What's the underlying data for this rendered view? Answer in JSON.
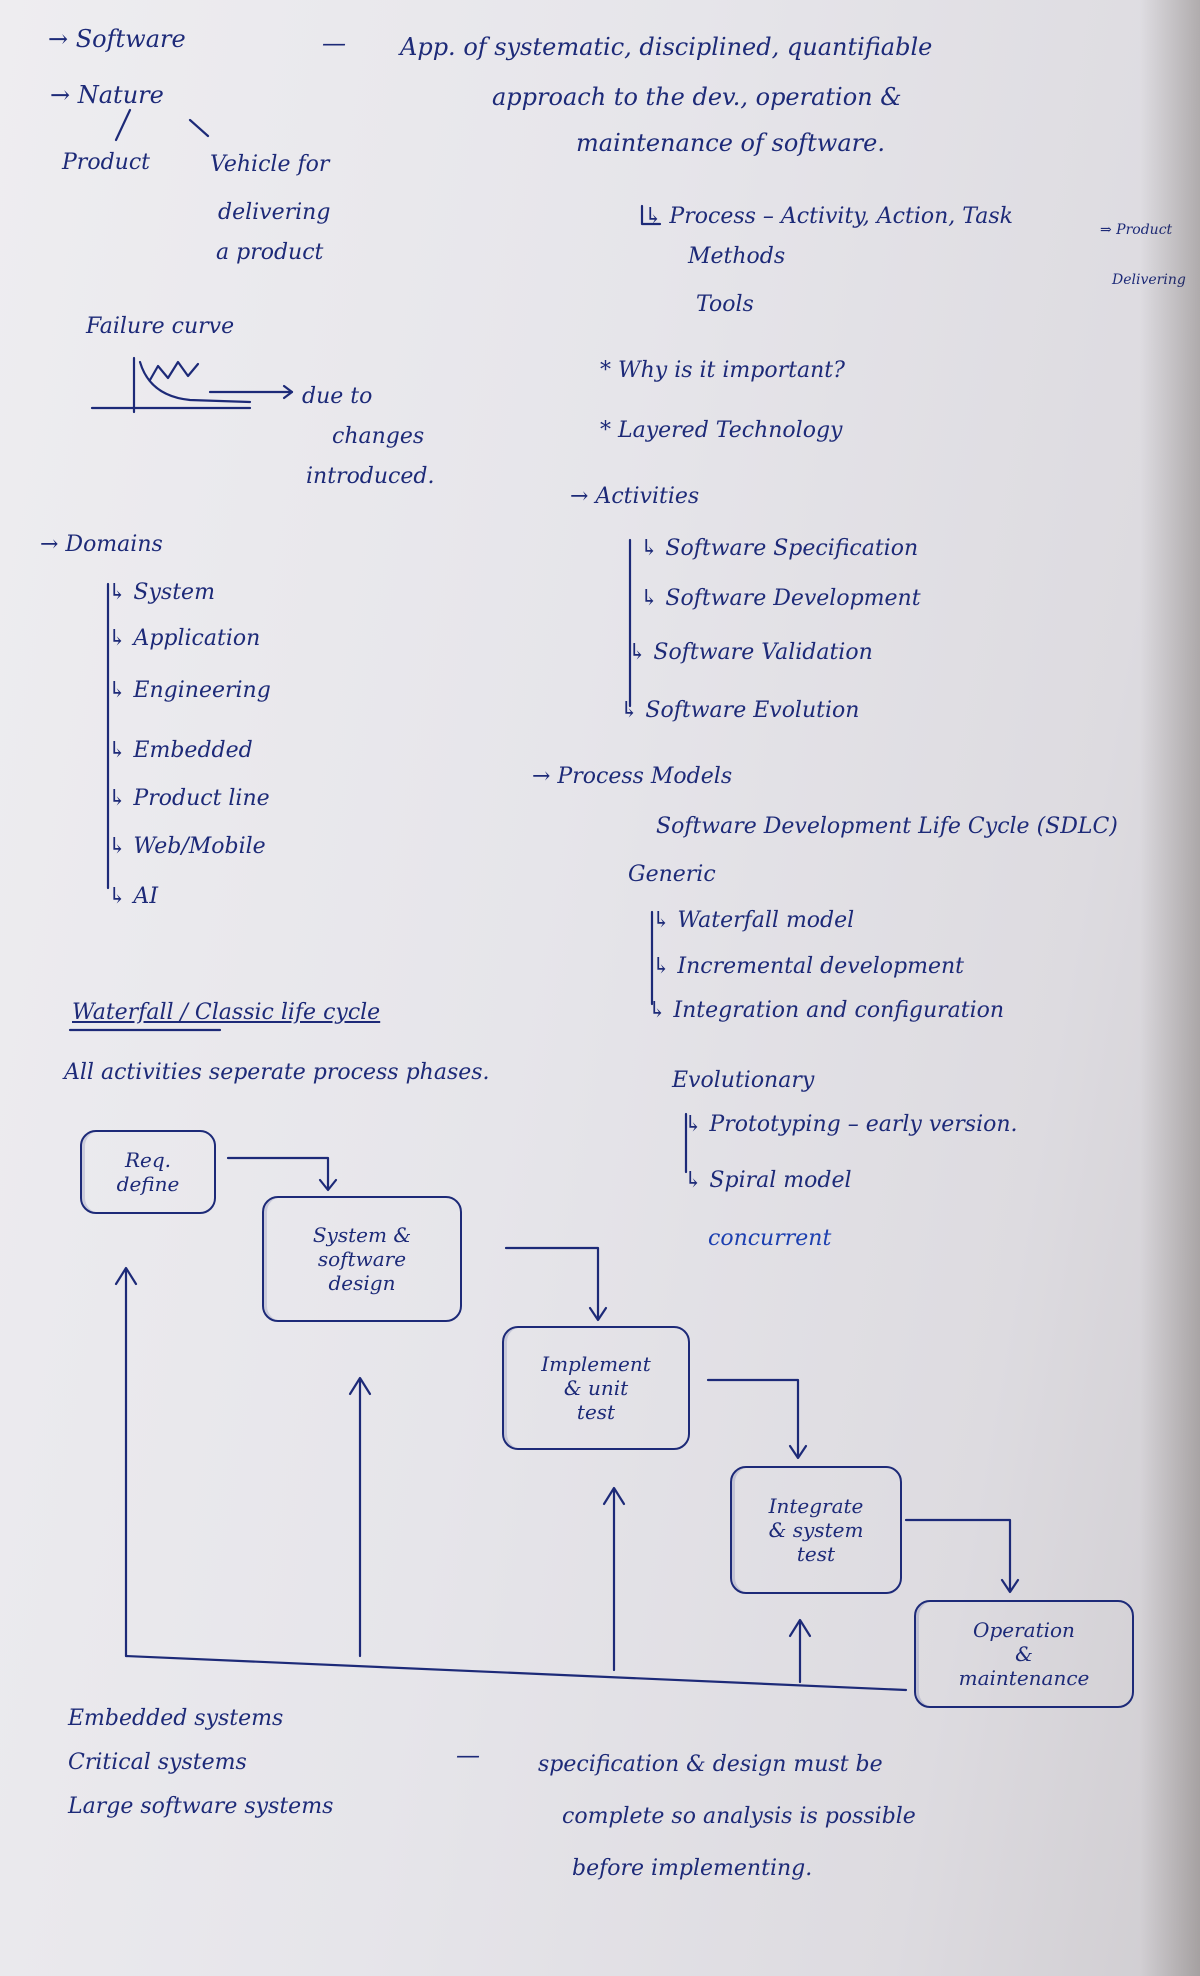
{
  "notes": {
    "software": "→ Software",
    "dash1": "—",
    "definition_1": "App. of systematic, disciplined, quantifiable",
    "definition_2": "approach to the dev., operation &",
    "definition_3": "maintenance of software.",
    "nature": "→ Nature",
    "product": "Product",
    "vehicle_1": "Vehicle for",
    "vehicle_2": "delivering",
    "vehicle_3": "a product",
    "failure_curve": "Failure curve",
    "due_1": "due to",
    "due_2": "changes",
    "due_3": "introduced.",
    "process": "↳ Process – Activity, Action, Task",
    "process_arrow": "⇒ Product",
    "delivering": "Delivering",
    "methods": "Methods",
    "tools": "Tools",
    "why": "* Why is it important?",
    "layered": "* Layered Technology",
    "activities": "→ Activities",
    "act_1": "↳ Software Specification",
    "act_2": "↳ Software Development",
    "act_3": "↳ Software Validation",
    "act_4": "↳ Software Evolution",
    "domains": "→ Domains",
    "dom_1": "↳ System",
    "dom_2": "↳ Application",
    "dom_3": "↳ Engineering",
    "dom_4": "↳ Embedded",
    "dom_5": "↳ Product line",
    "dom_6": "↳ Web/Mobile",
    "dom_7": "↳ AI",
    "process_models": "→ Process Models",
    "sdlc": "Software Development Life Cycle (SDLC)",
    "generic": "Generic",
    "gen_1": "↳ Waterfall model",
    "gen_2": "↳ Incremental development",
    "gen_3": "↳ Integration and configuration",
    "waterfall_title": "Waterfall / Classic life cycle",
    "waterfall_desc": "All activities seperate process phases.",
    "evolutionary": "Evolutionary",
    "evo_1": "↳ Prototyping – early version.",
    "evo_2": "↳ Spiral model",
    "concurrent": "concurrent",
    "box_req": "Req.\ndefine",
    "box_design": "System &\nsoftware\ndesign",
    "box_impl": "Implement\n& unit\ntest",
    "box_integ": "Integrate\n& system\ntest",
    "box_ops": "Operation\n&\nmaintenance",
    "use_1": "Embedded systems",
    "use_2": "Critical systems",
    "use_3": "Large software systems",
    "dash2": "—",
    "must_1": "specification & design must be",
    "must_2": "complete so analysis is possible",
    "must_3": "before implementing."
  }
}
